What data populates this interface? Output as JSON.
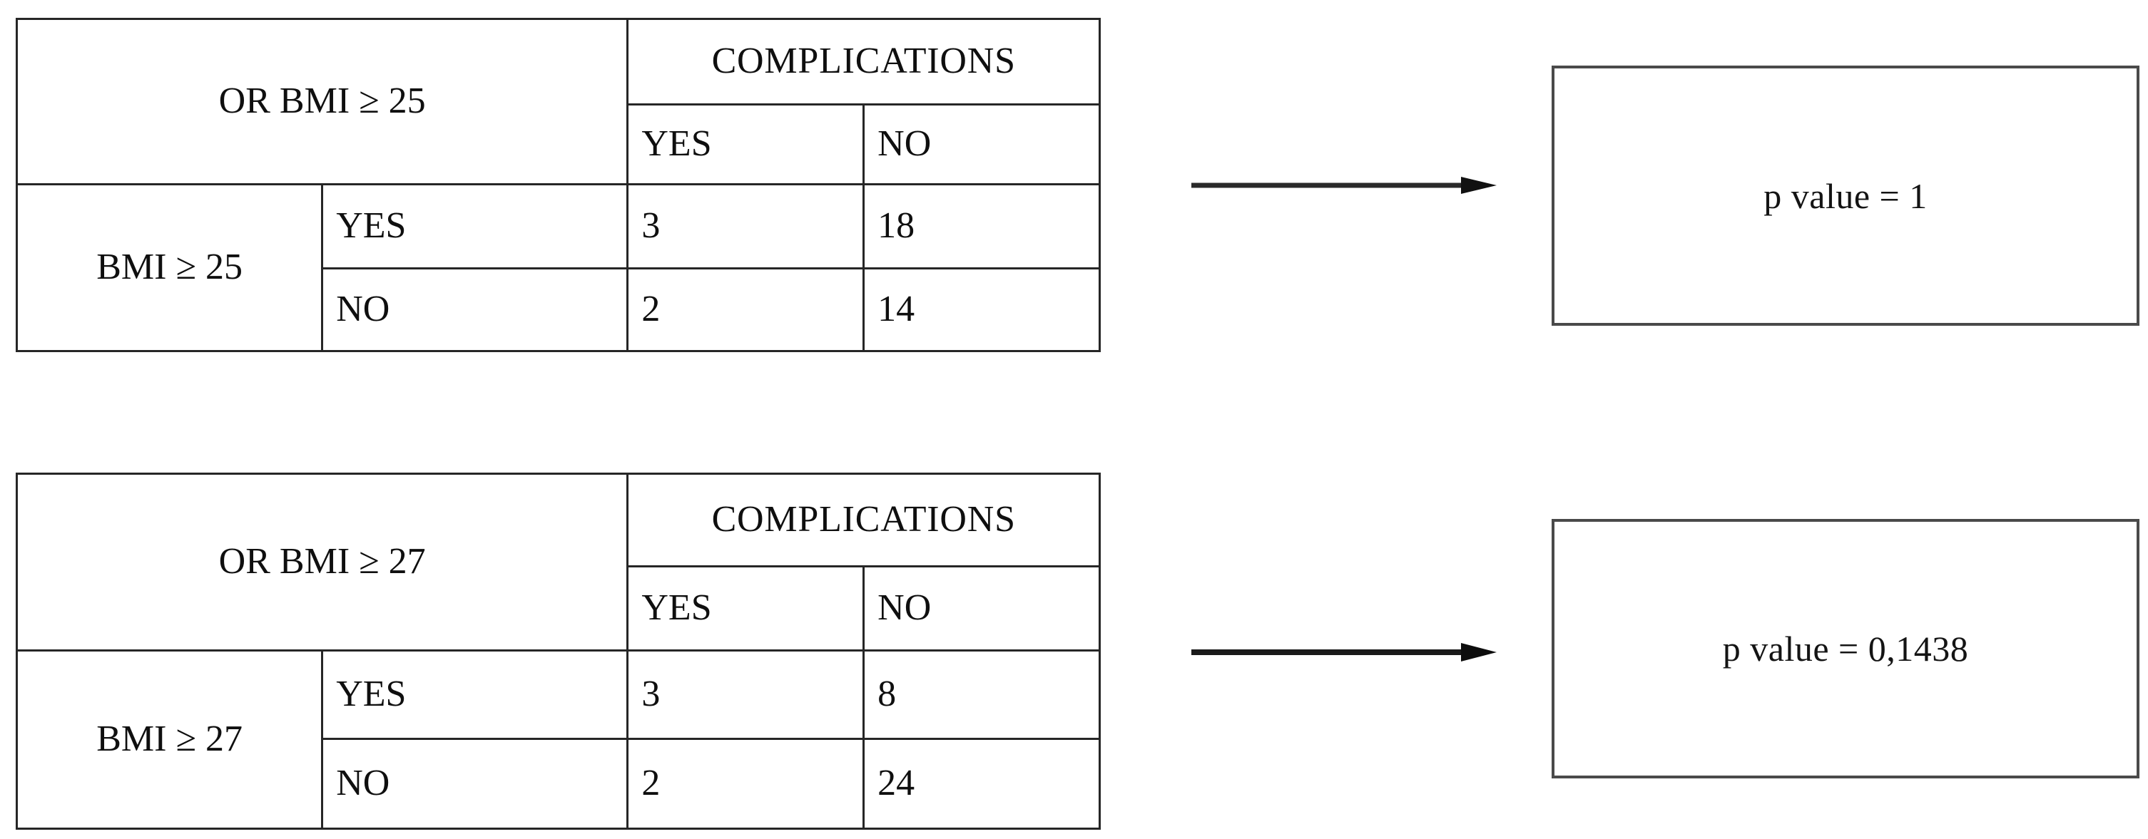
{
  "figure": {
    "type": "contingency-table-diagram",
    "background": "#ffffff",
    "line_color": "#262626",
    "box_border_color": "#4a4a4a",
    "text_color": "#0f0f0f"
  },
  "blocks": [
    {
      "id": "bmi25",
      "table": {
        "corner_header": "OR BMI ≥ 25",
        "top_header": "COMPLICATIONS",
        "column_headers": [
          "YES",
          "NO"
        ],
        "row_group_label": "BMI ≥ 25",
        "rows": [
          {
            "label": "YES",
            "yes": "3",
            "no": "18"
          },
          {
            "label": "NO",
            "yes": "2",
            "no": "14"
          }
        ]
      },
      "arrow": {
        "name": "right-arrow",
        "direction": "right"
      },
      "result": {
        "label": "p value = 1"
      }
    },
    {
      "id": "bmi27",
      "table": {
        "corner_header": "OR BMI ≥ 27",
        "top_header": "COMPLICATIONS",
        "column_headers": [
          "YES",
          "NO"
        ],
        "row_group_label": "BMI ≥ 27",
        "rows": [
          {
            "label": "YES",
            "yes": "3",
            "no": "8"
          },
          {
            "label": "NO",
            "yes": "2",
            "no": "24"
          }
        ]
      },
      "arrow": {
        "name": "right-arrow",
        "direction": "right"
      },
      "result": {
        "label": "p value = 0,1438"
      }
    }
  ],
  "chart_data": {
    "type": "table",
    "title": "",
    "tables": [
      {
        "name": "OR BMI ≥ 25",
        "row_variable": "BMI ≥ 25",
        "column_variable": "COMPLICATIONS",
        "categories": [
          "YES",
          "NO"
        ],
        "rows": [
          "YES",
          "NO"
        ],
        "values": [
          [
            3,
            18
          ],
          [
            2,
            14
          ]
        ],
        "p_value": "1"
      },
      {
        "name": "OR BMI ≥ 27",
        "row_variable": "BMI ≥ 27",
        "column_variable": "COMPLICATIONS",
        "categories": [
          "YES",
          "NO"
        ],
        "rows": [
          "YES",
          "NO"
        ],
        "values": [
          [
            3,
            8
          ],
          [
            2,
            24
          ]
        ],
        "p_value": "0,1438"
      }
    ]
  }
}
